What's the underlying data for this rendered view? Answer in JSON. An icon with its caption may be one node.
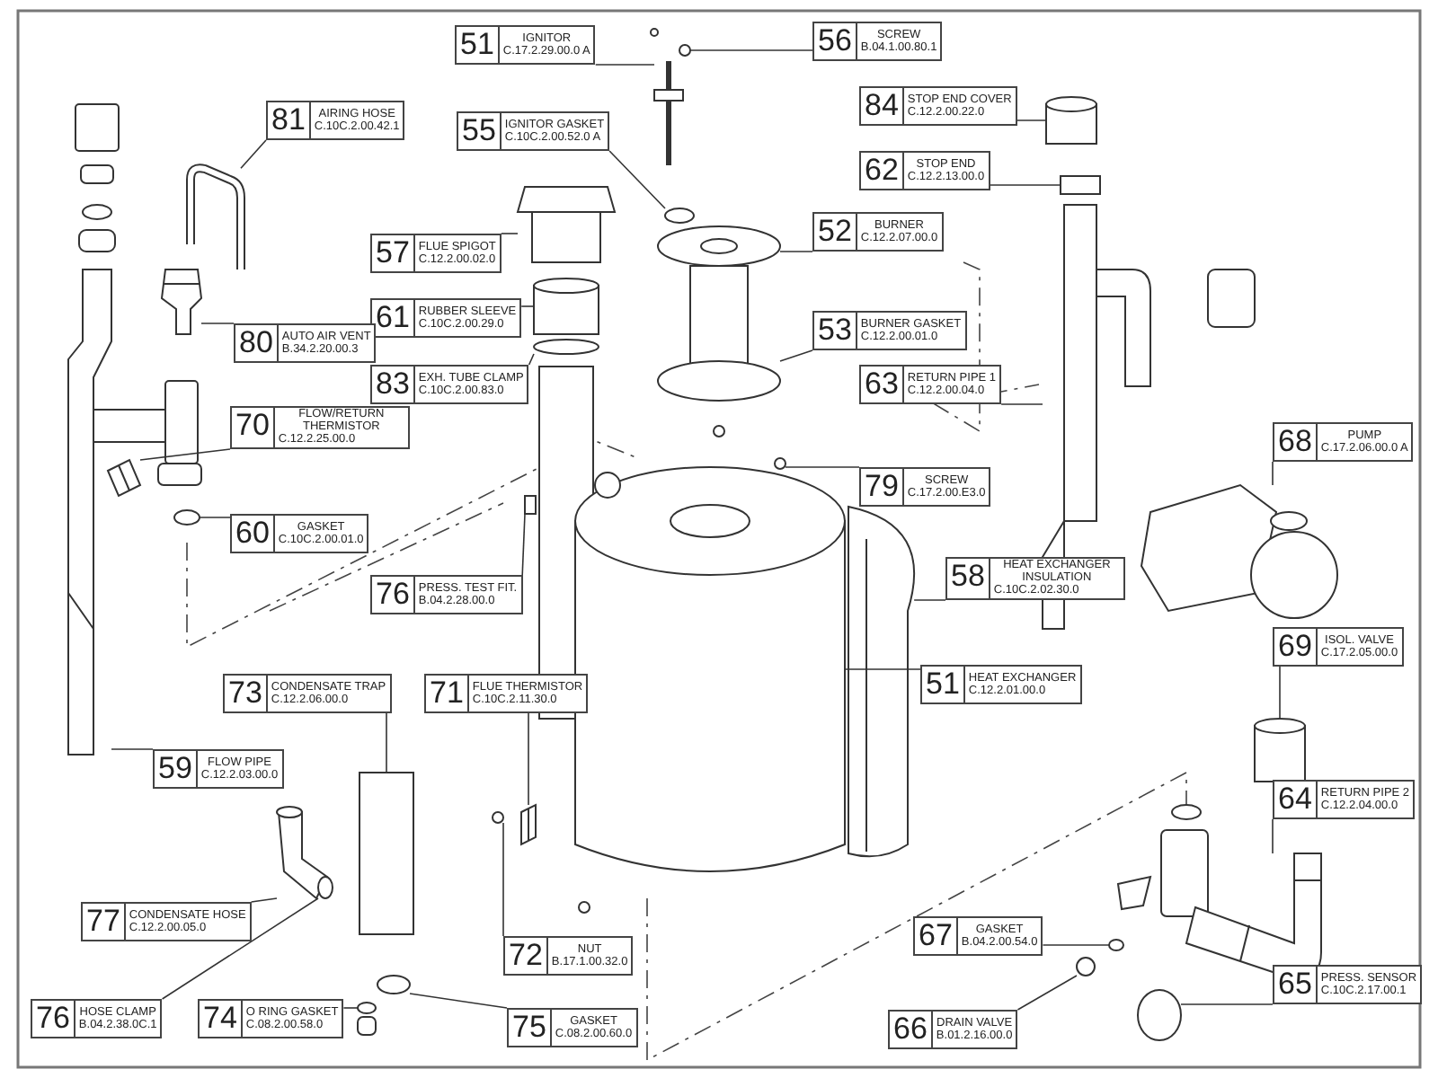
{
  "diagram": {
    "nodes": [
      {
        "text": [
          "51",
          "IGNITOR",
          "C.17.2.29.00.0 A"
        ]
      },
      {
        "text": [
          "56",
          "SCREW",
          "B.04.1.00.80.1"
        ]
      },
      {
        "text": [
          "55",
          "IGNITOR GASKET",
          "C.10C.2.00.52.0 A"
        ]
      },
      {
        "text": [
          "84",
          "STOP END COVER",
          "C.12.2.00.22.0"
        ]
      },
      {
        "text": [
          "81",
          "AIRING HOSE",
          "C.10C.2.00.42.1"
        ]
      },
      {
        "text": [
          "62",
          "STOP END",
          "C.12.2.13.00.0"
        ]
      },
      {
        "text": [
          "52",
          "BURNER",
          "C.12.2.07.00.0"
        ]
      },
      {
        "text": [
          "57",
          "FLUE SPIGOT",
          "C.12.2.00.02.0"
        ]
      },
      {
        "text": [
          "61",
          "RUBBER SLEEVE",
          "C.10C.2.00.29.0"
        ]
      },
      {
        "text": [
          "53",
          "BURNER GASKET",
          "C.12.2.00.01.0"
        ]
      },
      {
        "text": [
          "80",
          "AUTO AIR VENT",
          "B.34.2.20.00.3"
        ]
      },
      {
        "text": [
          "83",
          "EXH. TUBE CLAMP",
          "C.10C.2.00.83.0"
        ]
      },
      {
        "text": [
          "63",
          "RETURN PIPE 1",
          "C.12.2.00.04.0"
        ]
      },
      {
        "text": [
          "70",
          "FLOW/RETURN THERMISTOR",
          "C.12.2.25.00.0"
        ]
      },
      {
        "text": [
          "68",
          "PUMP",
          "C.17.2.06.00.0 A"
        ]
      },
      {
        "text": [
          "79",
          "SCREW",
          "C.17.2.00.E3.0"
        ]
      },
      {
        "text": [
          "60",
          "GASKET",
          "C.10C.2.00.01.0"
        ]
      },
      {
        "text": [
          "76",
          "PRESS. TEST FIT.",
          "B.04.2.28.00.0"
        ]
      },
      {
        "text": [
          "58",
          "HEAT EXCHANGER INSULATION",
          "C.10C.2.02.30.0"
        ]
      },
      {
        "text": [
          "69",
          "ISOL. VALVE",
          "C.17.2.05.00.0"
        ]
      },
      {
        "text": [
          "51",
          "HEAT EXCHANGER",
          "C.12.2.01.00.0"
        ]
      },
      {
        "text": [
          "73",
          "CONDENSATE TRAP",
          "C.12.2.06.00.0"
        ]
      },
      {
        "text": [
          "71",
          "FLUE THERMISTOR",
          "C.10C.2.11.30.0"
        ]
      },
      {
        "text": [
          "59",
          "FLOW PIPE",
          "C.12.2.03.00.0"
        ]
      },
      {
        "text": [
          "64",
          "RETURN PIPE 2",
          "C.12.2.04.00.0"
        ]
      },
      {
        "text": [
          "77",
          "CONDENSATE HOSE",
          "C.12.2.00.05.0"
        ]
      },
      {
        "text": [
          "67",
          "GASKET",
          "B.04.2.00.54.0"
        ]
      },
      {
        "text": [
          "72",
          "NUT",
          "B.17.1.00.32.0"
        ]
      },
      {
        "text": [
          "65",
          "PRESS. SENSOR",
          "C.10C.2.17.00.1"
        ]
      },
      {
        "text": [
          "76",
          "HOSE CLAMP",
          "B.04.2.38.0C.1"
        ]
      },
      {
        "text": [
          "74",
          "O RING GASKET",
          "C.08.2.00.58.0"
        ]
      },
      {
        "text": [
          "75",
          "GASKET",
          "C.08.2.00.60.0"
        ]
      },
      {
        "text": [
          "66",
          "DRAIN VALVE",
          "B.01.2.16.00.0"
        ]
      },
      {
        "text": [],
        "shape": "picture"
      },
      {
        "text": [],
        "shape": "circle"
      },
      {
        "text": [],
        "shape": "circle"
      },
      {
        "text": [],
        "shape": "cylinder"
      },
      {
        "text": [],
        "shape": "picture"
      },
      {
        "text": [],
        "shape": "box"
      },
      {
        "text": [],
        "shape": "picture"
      },
      {
        "text": [],
        "shape": "picture"
      },
      {
        "text": [],
        "shape": "cylinder"
      },
      {
        "text": [],
        "shape": "circle"
      },
      {
        "text": [],
        "shape": "picture"
      },
      {
        "text": [],
        "shape": "circle"
      },
      {
        "text": [],
        "shape": "picture"
      },
      {
        "text": [],
        "shape": "picture"
      },
      {
        "text": [],
        "shape": "picture"
      },
      {
        "text": [],
        "shape": "circle"
      },
      {
        "text": [],
        "shape": "circle"
      },
      {
        "text": [],
        "shape": "box"
      },
      {
        "text": [],
        "shape": "picture"
      },
      {
        "text": [],
        "shape": "cylinder"
      },
      {
        "text": [],
        "shape": "picture"
      },
      {
        "text": [],
        "shape": "box"
      },
      {
        "text": [],
        "shape": "picture"
      },
      {
        "text": [],
        "shape": "picture"
      },
      {
        "text": [],
        "shape": "picture"
      },
      {
        "text": [],
        "shape": "picture"
      },
      {
        "text": [],
        "shape": "circle"
      },
      {
        "text": [],
        "shape": "circle"
      },
      {
        "text": [],
        "shape": "circle"
      },
      {
        "text": [],
        "shape": "circle"
      },
      {
        "text": [],
        "shape": "circle"
      },
      {
        "text": [],
        "shape": "circle"
      },
      {
        "text": [],
        "shape": "circle"
      }
    ],
    "edges": [
      {
        "from": 0,
        "to": 33,
        "arrow": "none"
      },
      {
        "from": 1,
        "to": 34,
        "arrow": "none"
      },
      {
        "from": 2,
        "to": 35,
        "arrow": "none"
      },
      {
        "from": 3,
        "to": 36,
        "arrow": "none"
      },
      {
        "from": 4,
        "to": 37,
        "arrow": "none"
      },
      {
        "from": 5,
        "to": 38,
        "arrow": "none"
      },
      {
        "from": 6,
        "to": 39,
        "arrow": "none"
      },
      {
        "from": 7,
        "to": 40,
        "arrow": "none"
      },
      {
        "from": 8,
        "to": 41,
        "arrow": "none"
      },
      {
        "from": 9,
        "to": 42,
        "arrow": "none"
      },
      {
        "from": 10,
        "to": 43,
        "arrow": "none"
      },
      {
        "from": 11,
        "to": 44,
        "arrow": "none"
      },
      {
        "from": 12,
        "to": 45,
        "arrow": "none"
      },
      {
        "from": 13,
        "to": 46,
        "arrow": "none"
      },
      {
        "from": 14,
        "to": 47,
        "arrow": "none"
      },
      {
        "from": 15,
        "to": 48,
        "arrow": "none"
      },
      {
        "from": 16,
        "to": 49,
        "arrow": "none"
      },
      {
        "from": 17,
        "to": 50,
        "arrow": "none"
      },
      {
        "from": 18,
        "to": 51,
        "arrow": "none"
      },
      {
        "from": 19,
        "to": 52,
        "arrow": "none"
      },
      {
        "from": 20,
        "to": 53,
        "arrow": "none"
      },
      {
        "from": 21,
        "to": 54,
        "arrow": "none"
      },
      {
        "from": 22,
        "to": 55,
        "arrow": "none"
      },
      {
        "from": 23,
        "to": 56,
        "arrow": "none"
      },
      {
        "from": 24,
        "to": 57,
        "arrow": "none"
      },
      {
        "from": 25,
        "to": 58,
        "arrow": "none"
      },
      {
        "from": 26,
        "to": 59,
        "arrow": "none"
      },
      {
        "from": 27,
        "to": 60,
        "arrow": "none"
      },
      {
        "from": 28,
        "to": 61,
        "arrow": "none"
      },
      {
        "from": 29,
        "to": 62,
        "arrow": "none"
      },
      {
        "from": 30,
        "to": 63,
        "arrow": "none"
      },
      {
        "from": 31,
        "to": 64,
        "arrow": "none"
      },
      {
        "from": 32,
        "to": 65,
        "arrow": "none"
      }
    ]
  }
}
